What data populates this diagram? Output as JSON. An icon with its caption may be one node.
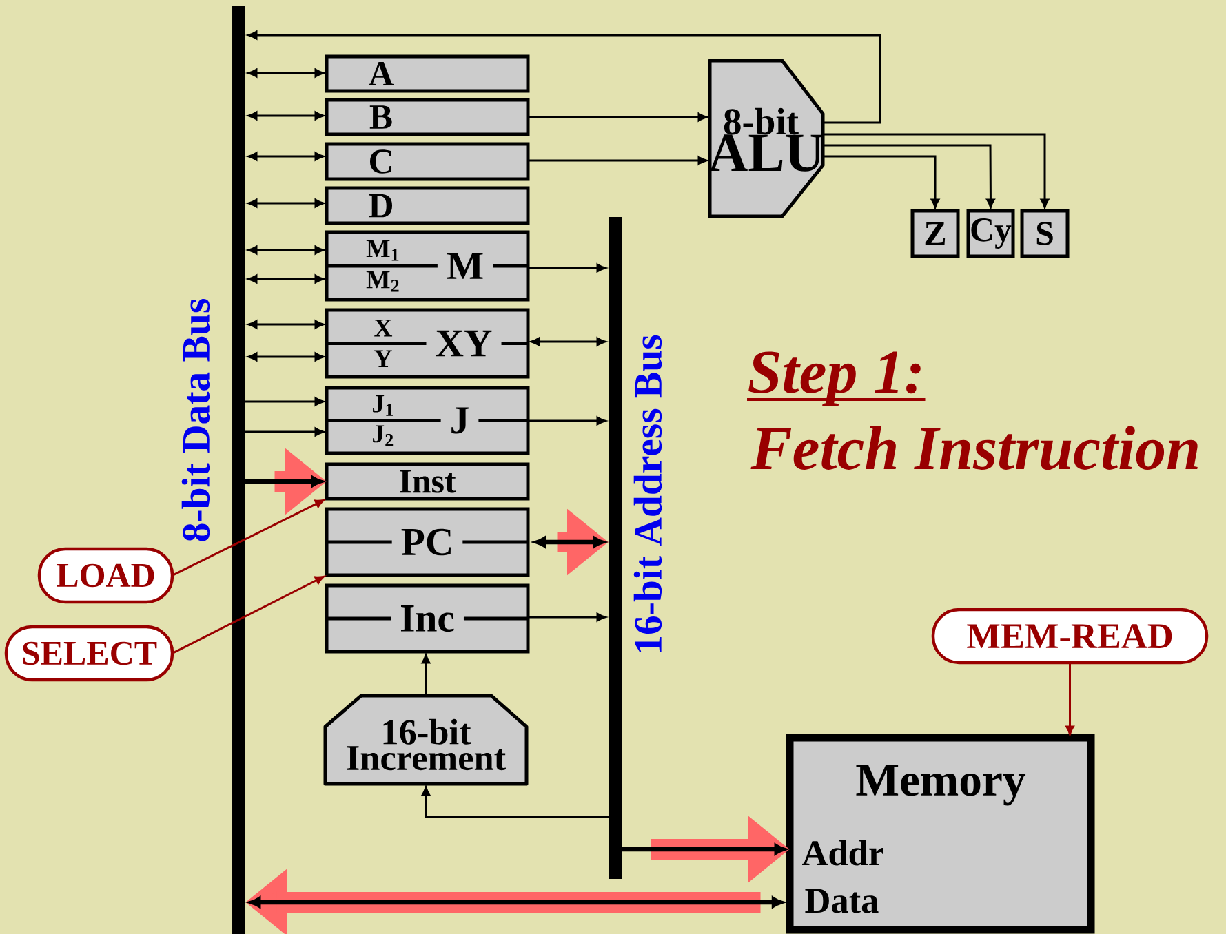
{
  "diagram": {
    "nodes": [
      {
        "text": [],
        "shape": "bar",
        "beside": [
          "8-bit Data Bus"
        ]
      },
      {
        "text": [
          "A"
        ]
      },
      {
        "text": [
          "B"
        ]
      },
      {
        "text": [
          "C"
        ]
      },
      {
        "text": [
          "D"
        ]
      },
      {
        "text": [
          "M$_{1}$",
          "M",
          "M$_{2}$"
        ]
      },
      {
        "text": [
          "X",
          "XY",
          "Y"
        ]
      },
      {
        "text": [
          "J$_{1}$",
          "J",
          "J$_{2}$"
        ]
      },
      {
        "text": [
          "Inst"
        ]
      },
      {
        "text": [
          "PC"
        ]
      },
      {
        "text": [
          "Inc"
        ]
      },
      {
        "text": [],
        "shape": "bar",
        "beside": [
          "16-bit Address Bus"
        ]
      },
      {
        "text": [
          "8-bit",
          "ALU"
        ]
      },
      {
        "text": [
          "Z"
        ]
      },
      {
        "text": [
          "Cy"
        ]
      },
      {
        "text": [
          "S"
        ]
      },
      {
        "text": [
          "16-bit Increment"
        ]
      },
      {
        "text": [
          "Memory",
          "Addr",
          "Data"
        ]
      },
      {
        "text": [
          "LOAD"
        ]
      },
      {
        "text": [
          "SELECT"
        ]
      },
      {
        "text": [
          "MEM-READ"
        ]
      }
    ],
    "edges": [
      {
        "from": 0,
        "to": 1,
        "arrow": "both"
      },
      {
        "from": 0,
        "to": 2,
        "arrow": "both"
      },
      {
        "from": 0,
        "to": 3,
        "arrow": "both"
      },
      {
        "from": 0,
        "to": 4,
        "arrow": "both"
      },
      {
        "from": 0,
        "to": 5,
        "arrow": "both"
      },
      {
        "from": 0,
        "to": 5,
        "arrow": "both"
      },
      {
        "from": 0,
        "to": 6,
        "arrow": "both"
      },
      {
        "from": 0,
        "to": 6,
        "arrow": "both"
      },
      {
        "from": 0,
        "to": 7,
        "arrow": "to"
      },
      {
        "from": 0,
        "to": 7,
        "arrow": "to"
      },
      {
        "from": 0,
        "to": 8,
        "arrow": "to",
        "style": "thick"
      },
      {
        "from": 2,
        "to": 12,
        "arrow": "to"
      },
      {
        "from": 3,
        "to": 12,
        "arrow": "to"
      },
      {
        "from": 12,
        "to": 0,
        "arrow": "to"
      },
      {
        "from": 12,
        "to": 15,
        "arrow": "to"
      },
      {
        "from": 12,
        "to": 14,
        "arrow": "to"
      },
      {
        "from": 12,
        "to": 13,
        "arrow": "to"
      },
      {
        "from": 5,
        "to": 11,
        "arrow": "to"
      },
      {
        "from": 6,
        "to": 11,
        "arrow": "both"
      },
      {
        "from": 7,
        "to": 11,
        "arrow": "to"
      },
      {
        "from": 9,
        "to": 11,
        "arrow": "both",
        "style": "thick"
      },
      {
        "from": 10,
        "to": 11,
        "arrow": "to"
      },
      {
        "from": 16,
        "to": 10,
        "arrow": "to"
      },
      {
        "from": 11,
        "to": 16,
        "arrow": "to"
      },
      {
        "from": 11,
        "to": 17,
        "arrow": "to",
        "style": "thick"
      },
      {
        "from": 17,
        "to": 0,
        "arrow": "both",
        "style": "thick"
      },
      {
        "from": 18,
        "to": 8,
        "arrow": "to",
        "color": "#990000"
      },
      {
        "from": 19,
        "to": 9,
        "arrow": "to",
        "color": "#990000"
      },
      {
        "from": 20,
        "to": 17,
        "arrow": "to",
        "color": "#990000"
      }
    ],
    "labels": [
      "Step 1:",
      "Fetch Instruction"
    ]
  }
}
